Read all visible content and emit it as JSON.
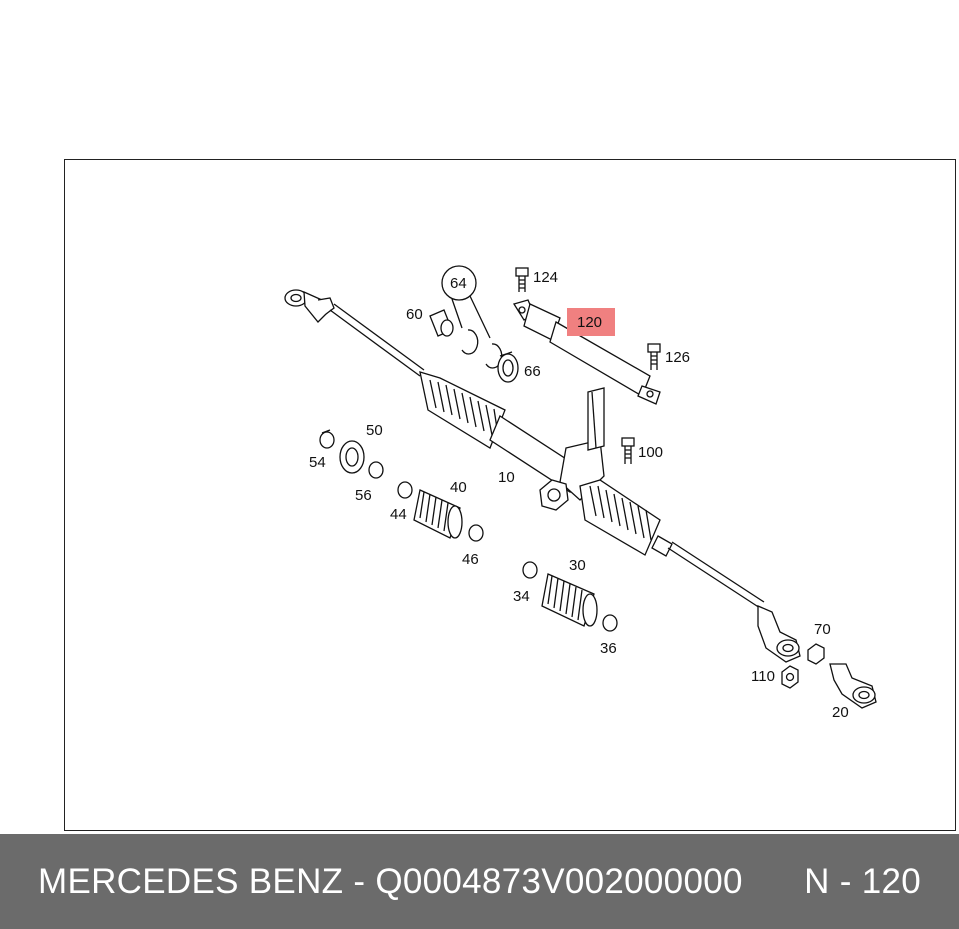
{
  "footer": {
    "title": "MERCEDES BENZ - Q0004873V002000000",
    "ref": "N - 120"
  },
  "highlight_color": "#f08080",
  "callouts": [
    {
      "id": "64",
      "text": "64"
    },
    {
      "id": "124",
      "text": "124"
    },
    {
      "id": "60",
      "text": "60"
    },
    {
      "id": "120",
      "text": "120"
    },
    {
      "id": "126",
      "text": "126"
    },
    {
      "id": "66",
      "text": "66"
    },
    {
      "id": "50",
      "text": "50"
    },
    {
      "id": "100",
      "text": "100"
    },
    {
      "id": "54",
      "text": "54"
    },
    {
      "id": "10",
      "text": "10"
    },
    {
      "id": "56",
      "text": "56"
    },
    {
      "id": "40",
      "text": "40"
    },
    {
      "id": "44",
      "text": "44"
    },
    {
      "id": "46",
      "text": "46"
    },
    {
      "id": "30",
      "text": "30"
    },
    {
      "id": "34",
      "text": "34"
    },
    {
      "id": "70",
      "text": "70"
    },
    {
      "id": "36",
      "text": "36"
    },
    {
      "id": "110",
      "text": "110"
    },
    {
      "id": "20",
      "text": "20"
    }
  ]
}
